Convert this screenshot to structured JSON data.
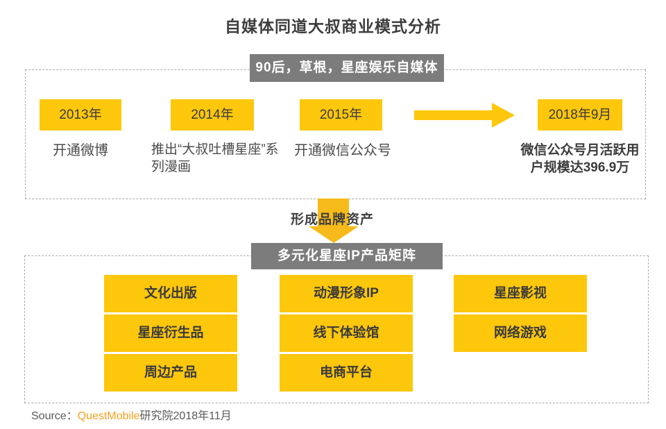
{
  "title": "自媒体同道大叔商业模式分析",
  "colors": {
    "accent_yellow": "#fdc70c",
    "banner_gray": "#7c7c7c",
    "brand_orange": "#f5a01e",
    "text_dark": "#3f3f3f"
  },
  "timeline": {
    "banner": "90后，草根，星座娱乐自媒体",
    "milestones": [
      {
        "year": "2013年",
        "desc": "开通微博"
      },
      {
        "year": "2014年",
        "desc": "推出“大叔吐槽星座”系列漫画"
      },
      {
        "year": "2015年",
        "desc": "开通微信公众号"
      },
      {
        "year": "2018年9月",
        "desc": "微信公众号月活跃用户规模达396.9万"
      }
    ]
  },
  "transition": {
    "label": "形成品牌资产"
  },
  "matrix": {
    "banner": "多元化星座IP产品矩阵",
    "columns": [
      [
        "文化出版",
        "星座衍生品",
        "周边产品"
      ],
      [
        "动漫形象IP",
        "线下体验馆",
        "电商平台"
      ],
      [
        "星座影视",
        "网络游戏"
      ]
    ]
  },
  "source": {
    "prefix": "Source：",
    "brand": "QuestMobile",
    "suffix": "研究院2018年11月"
  }
}
